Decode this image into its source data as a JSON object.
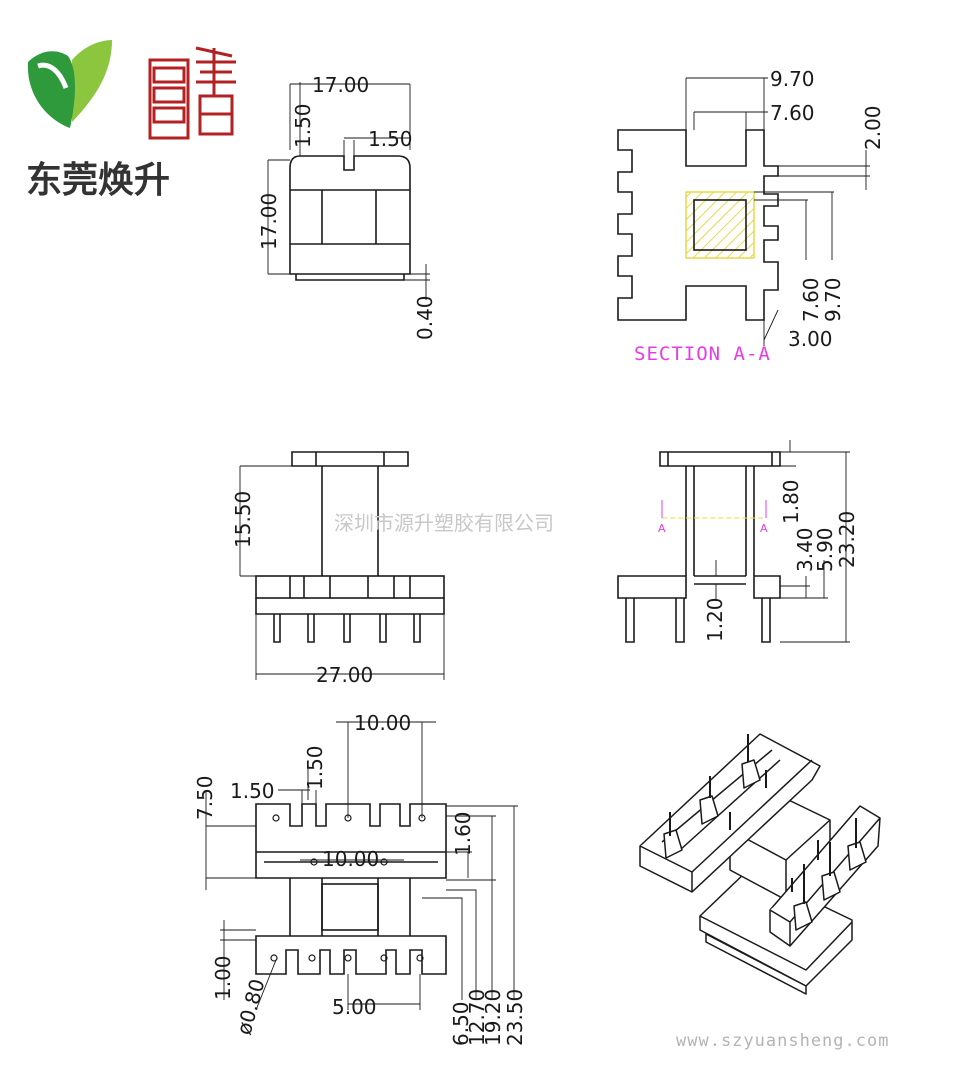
{
  "brand": {
    "company_name": "东莞焕升",
    "colors": {
      "leaf_light": "#8cc63f",
      "leaf_dark": "#2e9a3c",
      "seal": "#b22222"
    }
  },
  "watermark": "深圳市源升塑胶有限公司",
  "website": "www.szyuansheng.com",
  "section_label": "SECTION A-A",
  "section_marks": [
    "A",
    "A"
  ],
  "top_view": {
    "dims": [
      "17.00",
      "1.50",
      "1.50",
      "17.00",
      "0.40"
    ]
  },
  "section_view": {
    "dims": [
      "9.70",
      "7.60",
      "2.00",
      "7.60",
      "9.70",
      "3.00"
    ]
  },
  "front_view": {
    "dims": [
      "15.50",
      "27.00"
    ]
  },
  "side_view": {
    "dims": [
      "1.80",
      "3.40",
      "5.90",
      "23.20",
      "1.20"
    ]
  },
  "bottom_view": {
    "dims": [
      "10.00",
      "1.50",
      "1.50",
      "7.50",
      "1.60",
      "10.00",
      "1.00",
      "ø0.80",
      "5.00",
      "6.50",
      "12.70",
      "19.20",
      "23.50"
    ]
  },
  "colors": {
    "line": "#1a1a1a",
    "magenta": "#e63ce6",
    "hatch": "#e8d84a"
  }
}
